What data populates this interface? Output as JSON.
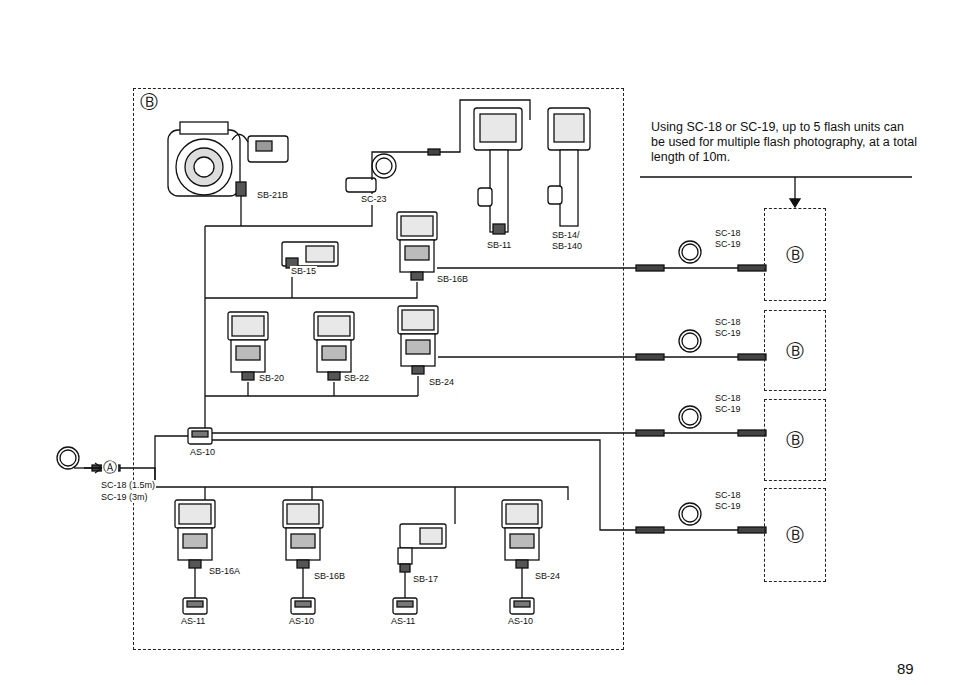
{
  "diagram": {
    "nodes": [
      {
        "text": [
          "Ⓑ"
        ]
      },
      {
        "text": [
          "Ⓑ"
        ]
      },
      {
        "text": [
          "Ⓑ"
        ]
      },
      {
        "text": [
          "Ⓑ"
        ]
      },
      {
        "text": [
          "Ⓑ"
        ]
      }
    ],
    "edges": [
      {
        "from": 0,
        "to": 1,
        "arrow": "none"
      },
      {
        "from": 0,
        "to": 2,
        "arrow": "none"
      },
      {
        "from": 0,
        "to": 3,
        "arrow": "none"
      },
      {
        "from": 0,
        "to": 4,
        "arrow": "none"
      }
    ],
    "labels": [
      "SB-21B",
      "SC-23",
      "SB-11",
      "SB-14/ SB-140",
      "SB-15",
      "SB-16B",
      "SB-20",
      "SB-22",
      "SB-24",
      "AS-10",
      "SB-16A",
      "SB-16B",
      "SB-17",
      "SB-24",
      "AS-11",
      "AS-10",
      "AS-11",
      "AS-10",
      "SC-18 SC-19",
      "SC-18 SC-19",
      "SC-18 SC-19",
      "SC-18 SC-19",
      "Ⓐ",
      "SC-18 (1.5m)",
      "SC-19 (3m)",
      "Using SC-18 or SC-19, up to 5 flash units can be used for multiple flash photography, at a total length of 10m.",
      "89"
    ]
  }
}
